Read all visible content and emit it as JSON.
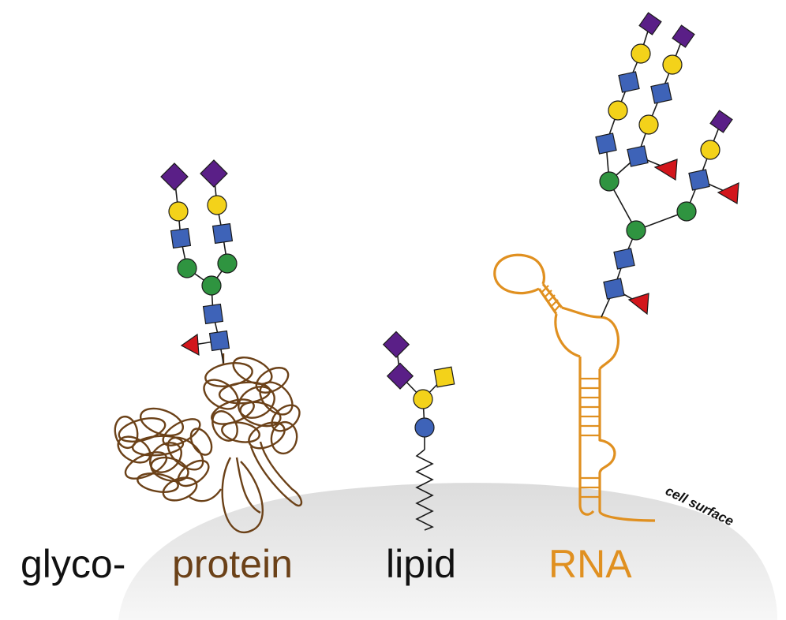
{
  "labels": {
    "prefix": "glyco-",
    "protein": "protein",
    "lipid": "lipid",
    "rna": "RNA",
    "surface": "cell surface"
  },
  "colors": {
    "prefix": "#111111",
    "protein": "#6b4118",
    "lipid": "#111111",
    "rna": "#e09020",
    "surface": "#111111",
    "sialic_acid": "#5a1f87",
    "galactose": "#f3d21a",
    "glcnac": "#3e63b8",
    "mannose": "#2f9440",
    "fucose": "#d2161c",
    "glucose": "#3e63b8",
    "membrane": "#e6e6e6"
  },
  "legend_icons": {
    "sialic_acid": "purple-diamond-icon",
    "galactose": "yellow-circle-icon",
    "glcnac": "blue-square-icon",
    "mannose": "green-circle-icon",
    "fucose": "red-triangle-icon",
    "glucose": "blue-circle-icon"
  }
}
